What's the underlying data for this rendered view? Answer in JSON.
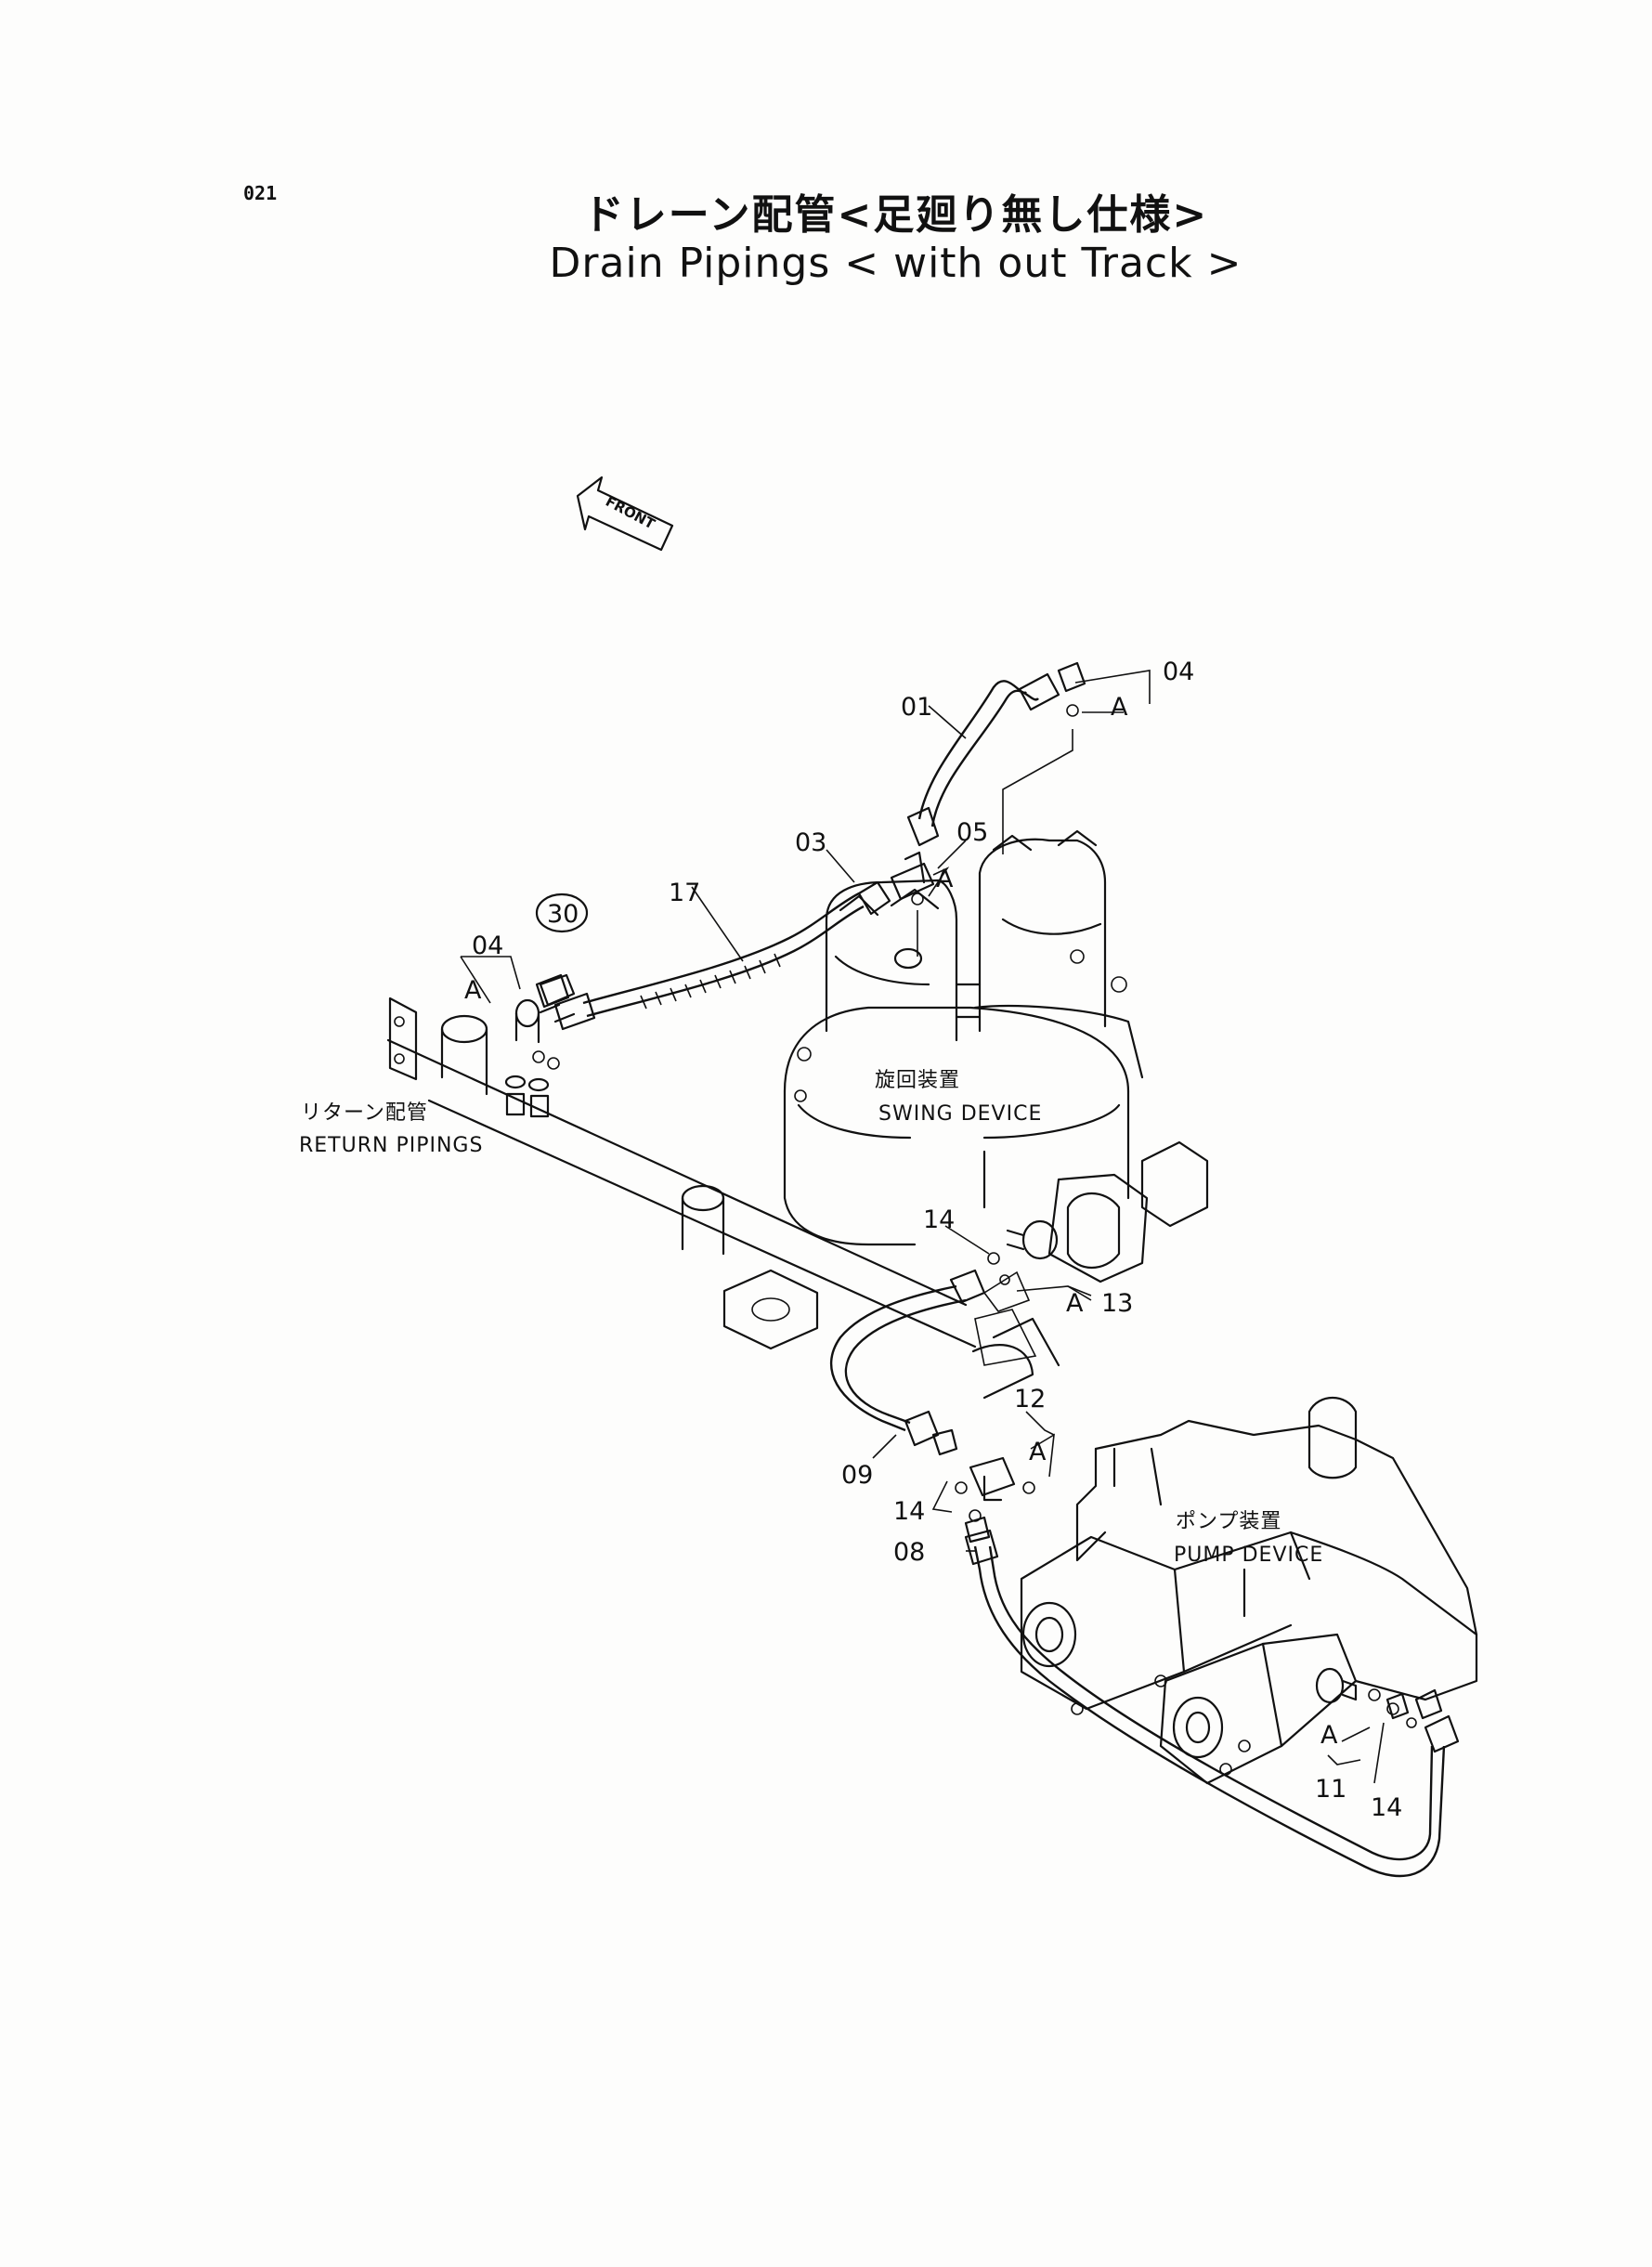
{
  "header": {
    "page_number": "021",
    "title_jp": "ドレーン配管<足廻り無し仕様>",
    "title_en": "Drain Pipings < with out Track >"
  },
  "orientation": {
    "front_label": "FRONT"
  },
  "devices": {
    "swing_jp": "旋回装置",
    "swing_en": "SWING DEVICE",
    "return_jp": "リターン配管",
    "return_en": "RETURN PIPINGS",
    "pump_jp": "ポンプ装置",
    "pump_en": "PUMP DEVICE"
  },
  "part_labels": {
    "p01": "01",
    "p03": "03",
    "p04_top": "04",
    "p04_left": "04",
    "p05": "05",
    "p08": "08",
    "p09": "09",
    "p11": "11",
    "p12": "12",
    "p13": "13",
    "p14_a": "14",
    "p14_b": "14",
    "p14_c": "14",
    "p17": "17",
    "p30": "30",
    "a1": "A",
    "a2": "A",
    "a3": "A",
    "a4": "A",
    "a5": "A",
    "a6": "A"
  }
}
